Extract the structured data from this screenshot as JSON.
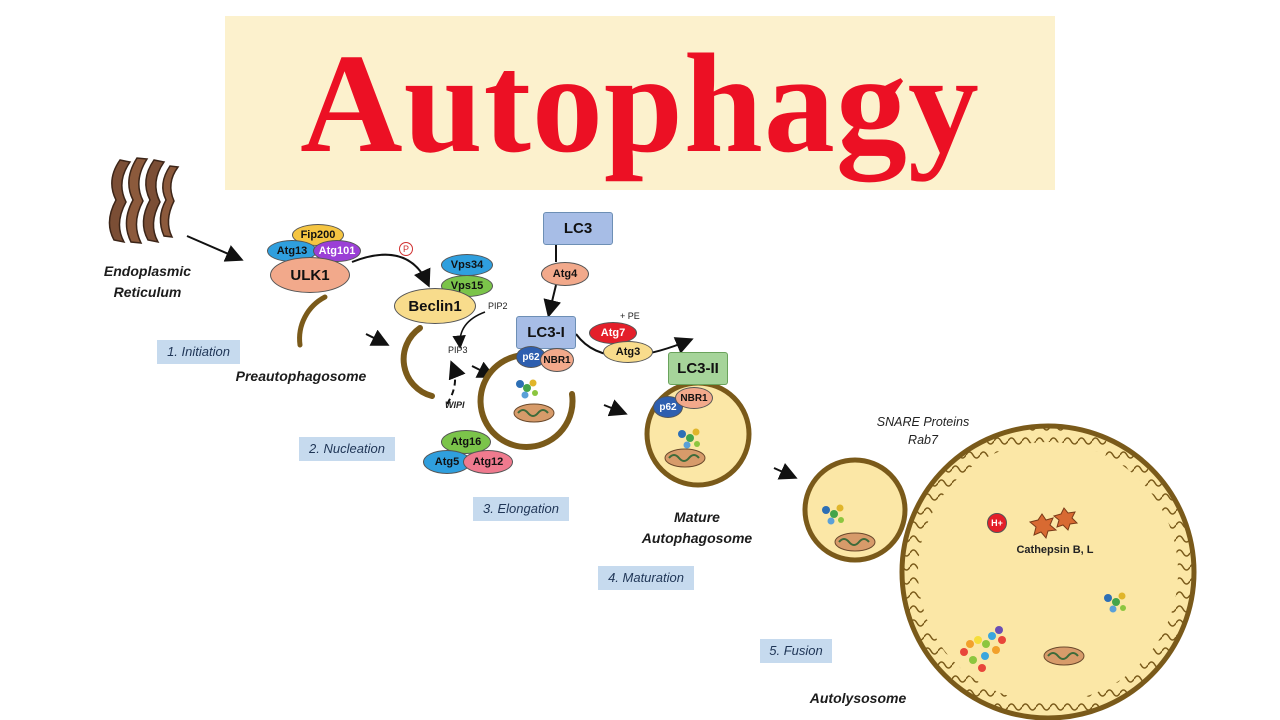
{
  "title": "Autophagy",
  "labels": {
    "er": "Endoplasmic Reticulum",
    "preautophagosome": "Preautophagosome",
    "mature": "Mature Autophagosome",
    "snare": "SNARE Proteins Rab7",
    "autolysosome": "Autolysosome",
    "cathepsin": "Cathepsin B, L"
  },
  "steps": {
    "s1": "1. Initiation",
    "s2": "2. Nucleation",
    "s3": "3. Elongation",
    "s4": "4. Maturation",
    "s5": "5. Fusion"
  },
  "proteins": {
    "fip200": "Fip200",
    "atg13": "Atg13",
    "atg101": "Atg101",
    "ulk1": "ULK1",
    "vps34": "Vps34",
    "vps15": "Vps15",
    "beclin1": "Beclin1",
    "lc3": "LC3",
    "atg4": "Atg4",
    "lc3i": "LC3-I",
    "atg7": "Atg7",
    "atg3": "Atg3",
    "lc3ii": "LC3-II",
    "p62a": "p62",
    "nbr1a": "NBR1",
    "p62b": "p62",
    "nbr1b": "NBR1",
    "atg16": "Atg16",
    "atg5": "Atg5",
    "atg12": "Atg12",
    "hplus": "H+"
  },
  "small_text": {
    "phospho": "P",
    "pip2": "PIP2",
    "pip3": "PIP3",
    "wipi": "WIPI",
    "pe": "+ PE"
  },
  "colors": {
    "title_red": "#ec1024",
    "title_bg": "#fcf1cd",
    "membrane": "#7a5a1a",
    "vesicle_fill": "#fbe7a6",
    "step_bg": "#c6daee"
  }
}
